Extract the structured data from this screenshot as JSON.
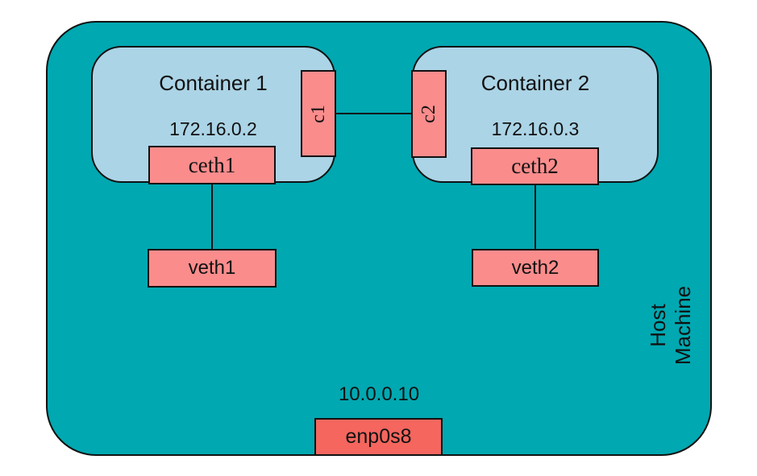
{
  "colors": {
    "background": "#ffffff",
    "host_fill": "#00a8b1",
    "container_fill": "#abd4e6",
    "box_fill": "#fa8c8c",
    "host_nic_fill": "#f4665e",
    "stroke": "#111111"
  },
  "host": {
    "label": "Host Machine",
    "ip": "10.0.0.10",
    "nic": "enp0s8"
  },
  "containers": [
    {
      "title": "Container 1",
      "ip": "172.16.0.2",
      "eth": "ceth1",
      "peer": "c1",
      "veth": "veth1"
    },
    {
      "title": "Container 2",
      "ip": "172.16.0.3",
      "eth": "ceth2",
      "peer": "c2",
      "veth": "veth2"
    }
  ]
}
